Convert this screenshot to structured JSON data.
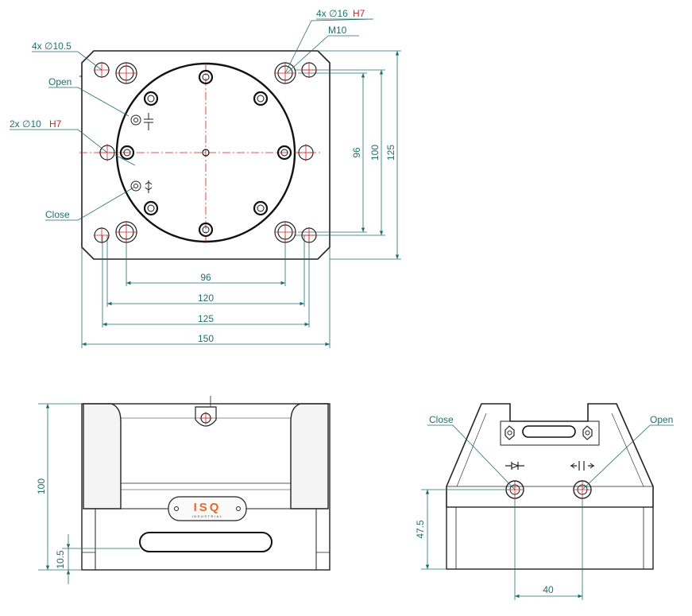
{
  "top_view": {
    "callouts": {
      "holes_4x_105": "4x ∅10.5",
      "holes_4x_16": "4x ∅16",
      "holes_4x_16_tol": "H7",
      "thread": "M10",
      "open": "Open",
      "holes_2x_10": "2x ∅10",
      "holes_2x_10_tol": "H7",
      "close": "Close"
    },
    "horizontal_dims": [
      "96",
      "120",
      "125",
      "150"
    ],
    "vertical_dims": [
      "96",
      "100",
      "125"
    ]
  },
  "front_view": {
    "height_dim": "100",
    "bottom_dim": "10.5",
    "logo": {
      "brand": "ISQ",
      "sub": "INDUSTRIAL"
    }
  },
  "side_view": {
    "close_label": "Close",
    "open_label": "Open",
    "height_dim": "47.5",
    "spacing_dim": "40"
  },
  "colors": {
    "outline": "#222222",
    "dimension": "#1f6f70",
    "centerline": "#d32020",
    "logo": "#e8692c"
  }
}
